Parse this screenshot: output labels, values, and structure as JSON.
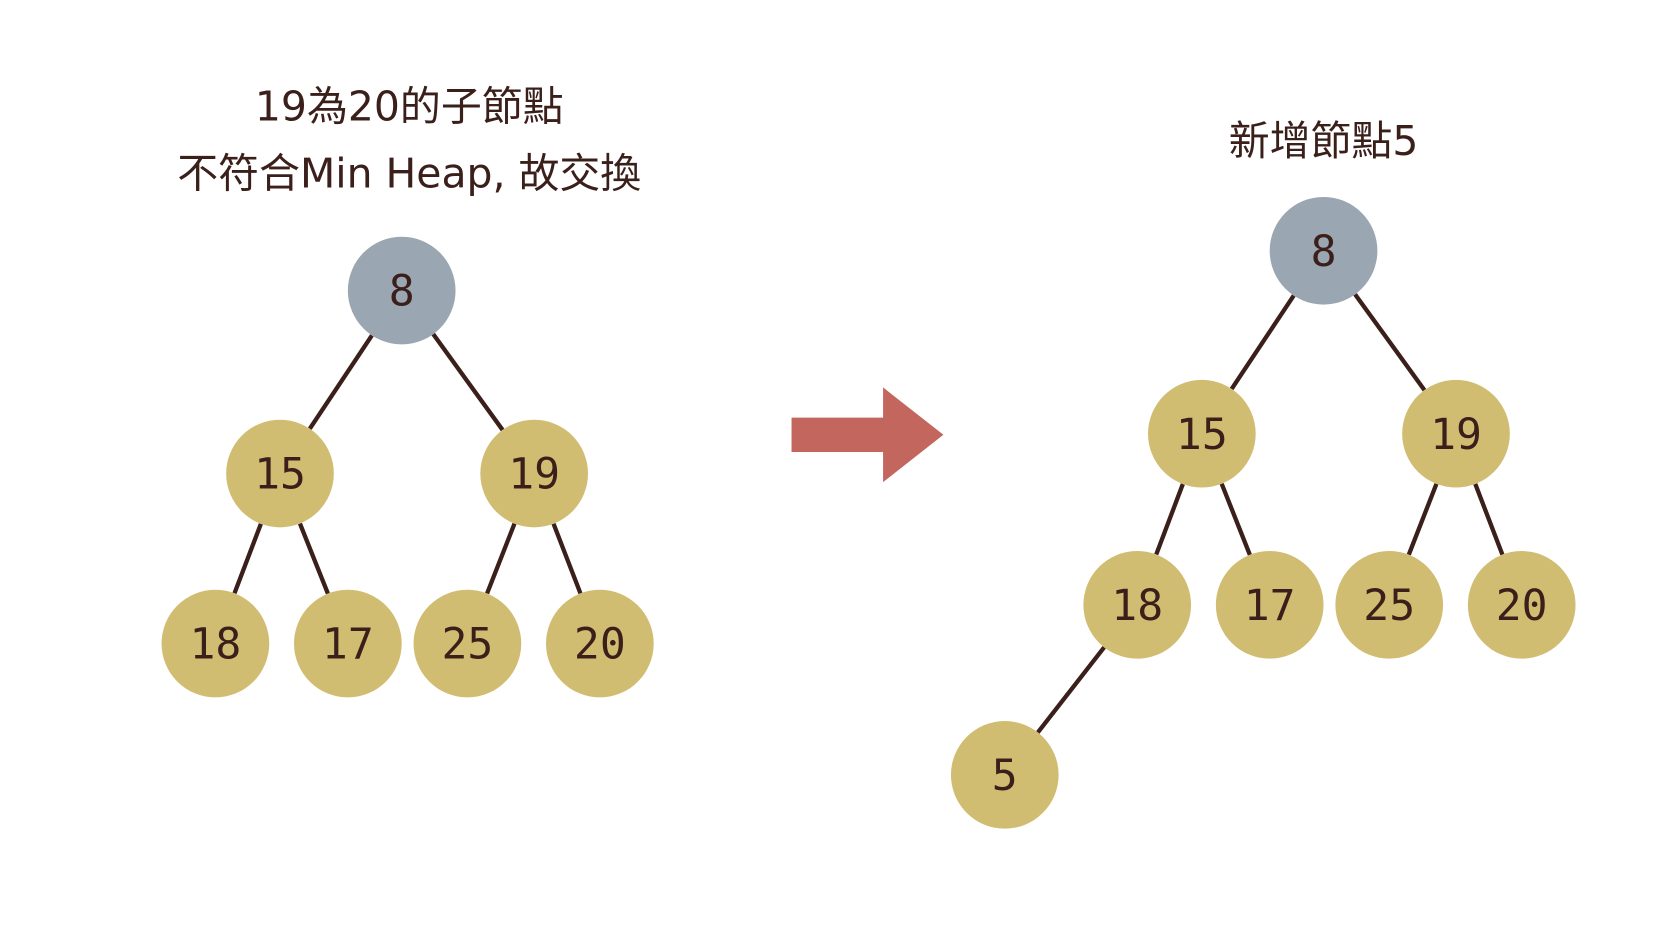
{
  "left": {
    "title_line1": "19為20的子節點",
    "title_line2": "不符合Min Heap, 故交換",
    "nodes": [
      "8",
      "15",
      "19",
      "18",
      "17",
      "25",
      "20"
    ],
    "edges": [
      [
        0,
        1
      ],
      [
        0,
        2
      ],
      [
        1,
        3
      ],
      [
        1,
        4
      ],
      [
        2,
        5
      ],
      [
        2,
        6
      ]
    ]
  },
  "right": {
    "title": "新增節點5",
    "nodes": [
      "8",
      "15",
      "19",
      "18",
      "17",
      "25",
      "20",
      "5"
    ],
    "edges": [
      [
        0,
        1
      ],
      [
        0,
        2
      ],
      [
        1,
        3
      ],
      [
        1,
        4
      ],
      [
        2,
        5
      ],
      [
        2,
        6
      ],
      [
        3,
        7
      ]
    ]
  },
  "colors": {
    "root": "#9aa6b2",
    "node": "#d1bd72",
    "text": "#3a1f1a",
    "arrow": "#c2665e"
  }
}
